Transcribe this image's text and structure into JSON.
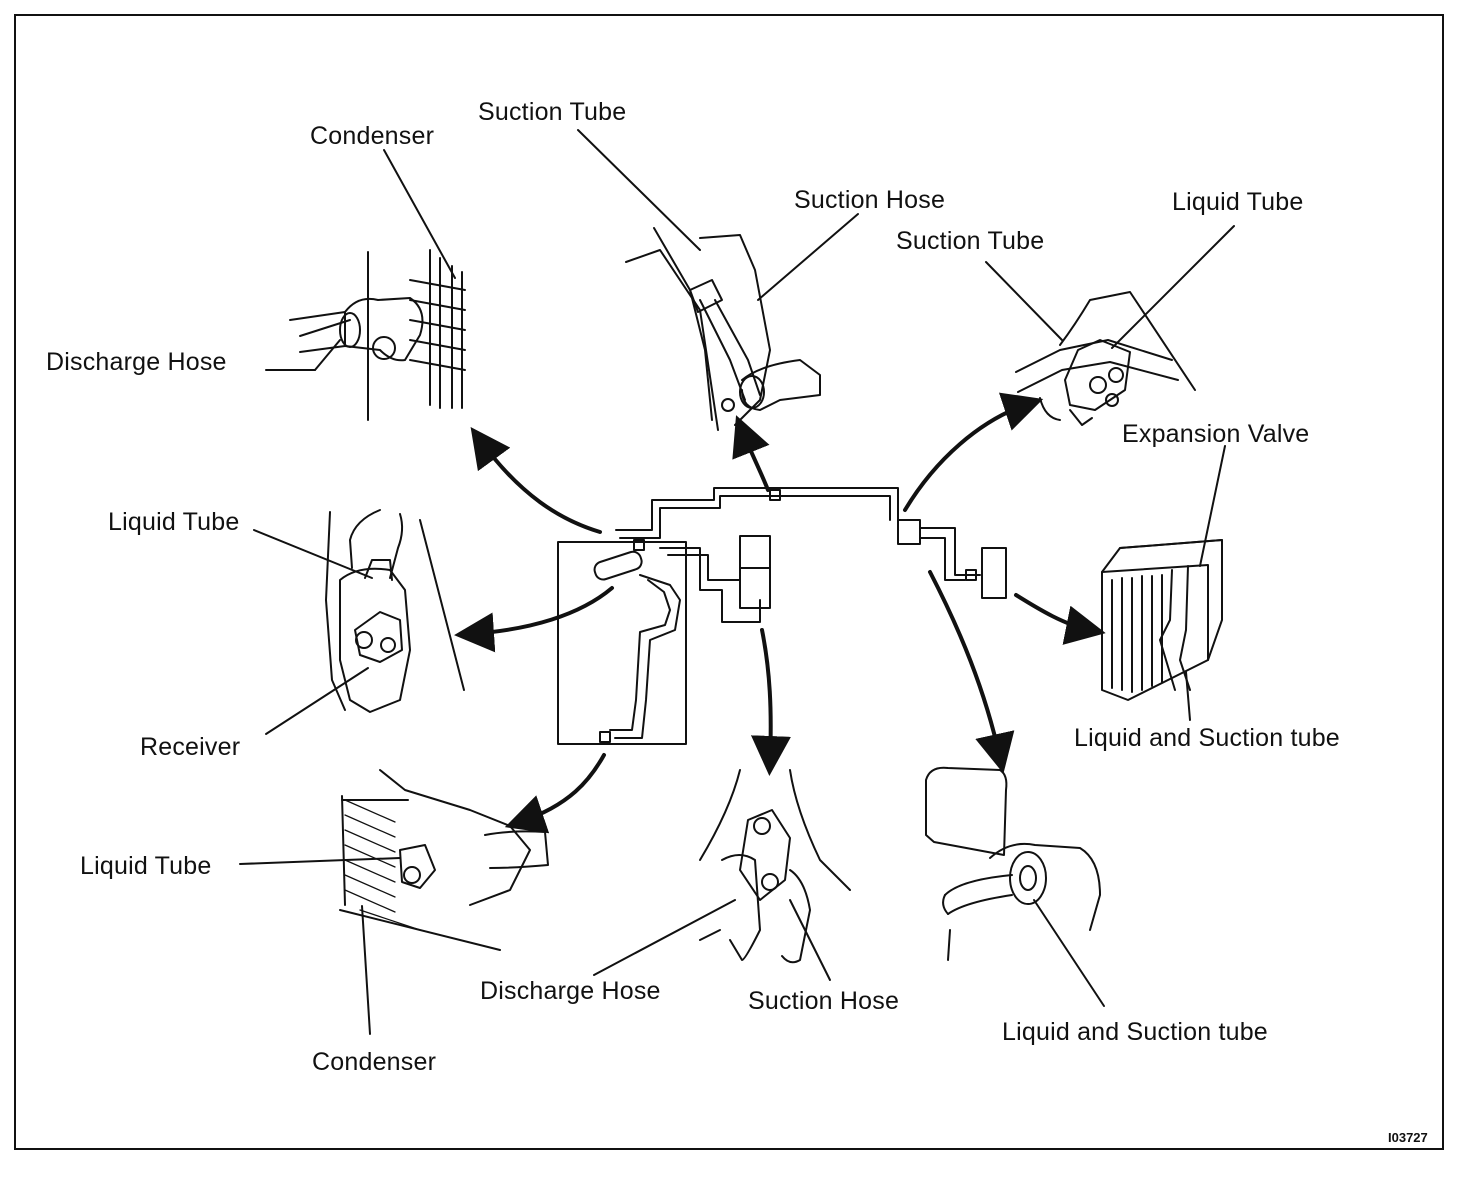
{
  "labels": {
    "condenser_top": "Condenser",
    "discharge_hose_left": "Discharge Hose",
    "suction_tube_top": "Suction Tube",
    "suction_hose_top": "Suction Hose",
    "suction_tube_right": "Suction Tube",
    "liquid_tube_top_right": "Liquid Tube",
    "expansion_valve": "Expansion Valve",
    "liquid_tube_receiver": "Liquid Tube",
    "receiver": "Receiver",
    "liquid_suction_tube_evap": "Liquid and Suction tube",
    "liquid_tube_bottom_left": "Liquid Tube",
    "condenser_bottom": "Condenser",
    "discharge_hose_bottom": "Discharge Hose",
    "suction_hose_bottom": "Suction Hose",
    "liquid_suction_tube_bottom": "Liquid and Suction tube"
  },
  "figure_id": "I03727"
}
